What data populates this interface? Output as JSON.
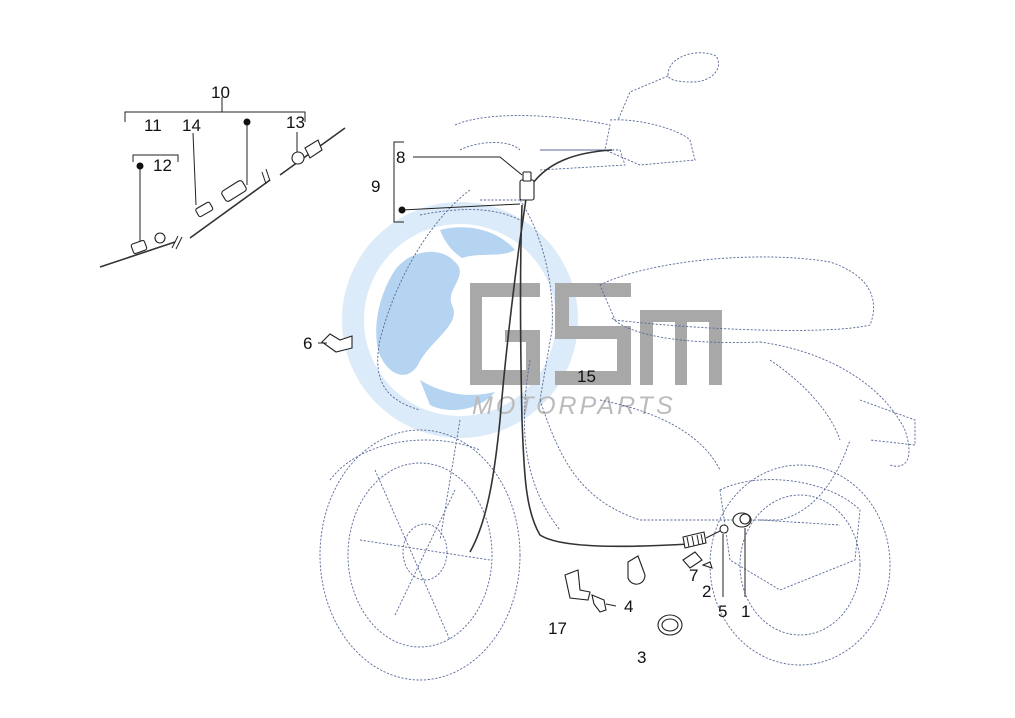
{
  "watermark": {
    "brand": "GSM",
    "tagline": "MOTORPARTS",
    "colors": {
      "globe": "#a9cdef",
      "letters": "#9a9a9a"
    }
  },
  "callouts": {
    "p1": "1",
    "p2": "2",
    "p3": "3",
    "p4": "4",
    "p5": "5",
    "p6": "6",
    "p7": "7",
    "p8": "8",
    "p9": "9",
    "p10": "10",
    "p11": "11",
    "p12": "12",
    "p13": "13",
    "p14": "14",
    "p15": "15",
    "p17": "17"
  }
}
